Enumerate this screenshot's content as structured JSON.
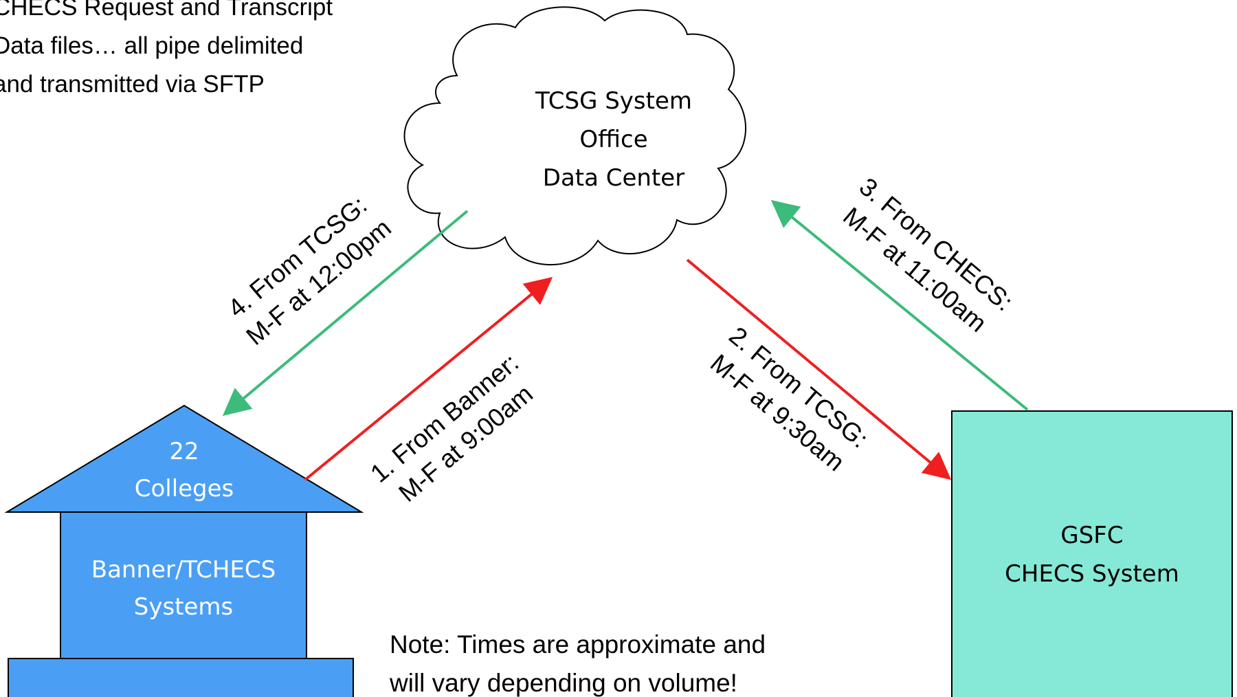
{
  "caption": {
    "lines": [
      "CHECS Request and Transcript",
      "Data files… all pipe delimited",
      "and transmitted via SFTP"
    ]
  },
  "cloud": {
    "lines": [
      "TCSG System",
      "Office",
      "Data Center"
    ]
  },
  "colleges_building": {
    "roof_lines": [
      "22",
      "Colleges"
    ],
    "body_lines": [
      "Banner/TCHECS",
      "Systems"
    ],
    "color": "#4a9ff5"
  },
  "gsfc_box": {
    "lines": [
      "GSFC",
      "CHECS System"
    ],
    "color": "#86e8d6"
  },
  "flows": [
    {
      "step": 1,
      "lines": [
        "1. From Banner:",
        "M-F at 9:00am"
      ],
      "color": "#ef1f1f",
      "from": "colleges_building",
      "to": "cloud"
    },
    {
      "step": 2,
      "lines": [
        "2. From TCSG:",
        "M-F at 9:30am"
      ],
      "color": "#ef1f1f",
      "from": "cloud",
      "to": "gsfc_box"
    },
    {
      "step": 3,
      "lines": [
        "3. From CHECS:",
        "M-F at 11:00am"
      ],
      "color": "#3dbb7a",
      "from": "gsfc_box",
      "to": "cloud"
    },
    {
      "step": 4,
      "lines": [
        "4. From TCSG:",
        "M-F at 12:00pm"
      ],
      "color": "#3dbb7a",
      "from": "cloud",
      "to": "colleges_building"
    }
  ],
  "note": {
    "lines": [
      "Note: Times are approximate and",
      "will vary depending on volume!"
    ]
  }
}
